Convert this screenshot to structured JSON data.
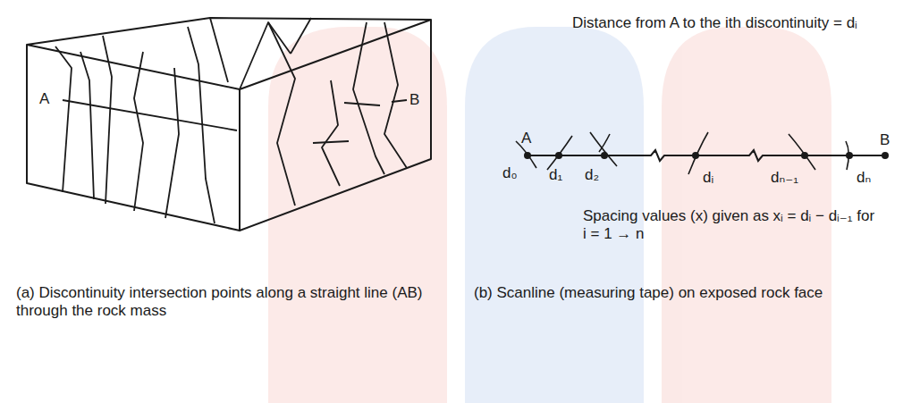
{
  "diagram": {
    "labels": [
      "A",
      "B",
      "Distance from A to the ith discontinuity = dᵢ",
      "A",
      "B",
      "d₀",
      "d₁",
      "d₂",
      "dᵢ",
      "dₙ₋₁",
      "dₙ",
      "Spacing values (x) given as xᵢ = dᵢ − dᵢ₋₁ for i = 1 → n",
      "(a) Discontinuity intersection points along a straight line (AB) through the rock mass",
      "(b) Scanline (measuring tape) on exposed rock face"
    ]
  }
}
